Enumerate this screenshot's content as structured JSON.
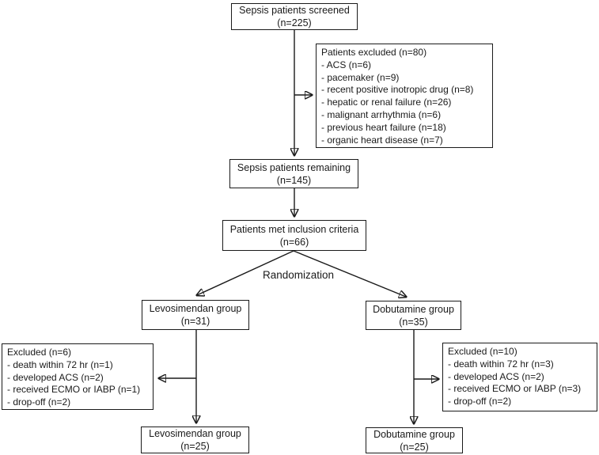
{
  "diagram": {
    "screened": {
      "line1": "Sepsis patients screened",
      "line2": "(n=225)"
    },
    "excluded_top": {
      "title": "Patients excluded (n=80)",
      "items": [
        "- ACS (n=6)",
        "- pacemaker (n=9)",
        "- recent positive inotropic drug (n=8)",
        "- hepatic or renal failure (n=26)",
        "- malignant arrhythmia (n=6)",
        "- previous heart failure (n=18)",
        "- organic heart disease (n=7)"
      ]
    },
    "remaining": {
      "line1": "Sepsis patients remaining",
      "line2": "(n=145)"
    },
    "inclusion": {
      "line1": "Patients met inclusion criteria",
      "line2": "(n=66)"
    },
    "randomization_label": "Randomization",
    "levo_group": {
      "line1": "Levosimendan group",
      "line2": "(n=31)"
    },
    "dobu_group": {
      "line1": "Dobutamine group",
      "line2": "(n=35)"
    },
    "excluded_levo": {
      "title": "Excluded (n=6)",
      "items": [
        "- death within 72 hr (n=1)",
        "- developed ACS (n=2)",
        "- received ECMO or IABP (n=1)",
        "- drop-off (n=2)"
      ]
    },
    "excluded_dobu": {
      "title": "Excluded (n=10)",
      "items": [
        "- death within 72 hr (n=3)",
        "- developed ACS (n=2)",
        "- received ECMO or IABP (n=3)",
        "- drop-off (n=2)"
      ]
    },
    "levo_final": {
      "line1": "Levosimendan group",
      "line2": "(n=25)"
    },
    "dobu_final": {
      "line1": "Dobutamine group",
      "line2": "(n=25)"
    }
  },
  "colors": {
    "box_border": "#1a1a1a",
    "text": "#1a1a1a",
    "line": "#1a1a1a",
    "background": "#ffffff"
  }
}
